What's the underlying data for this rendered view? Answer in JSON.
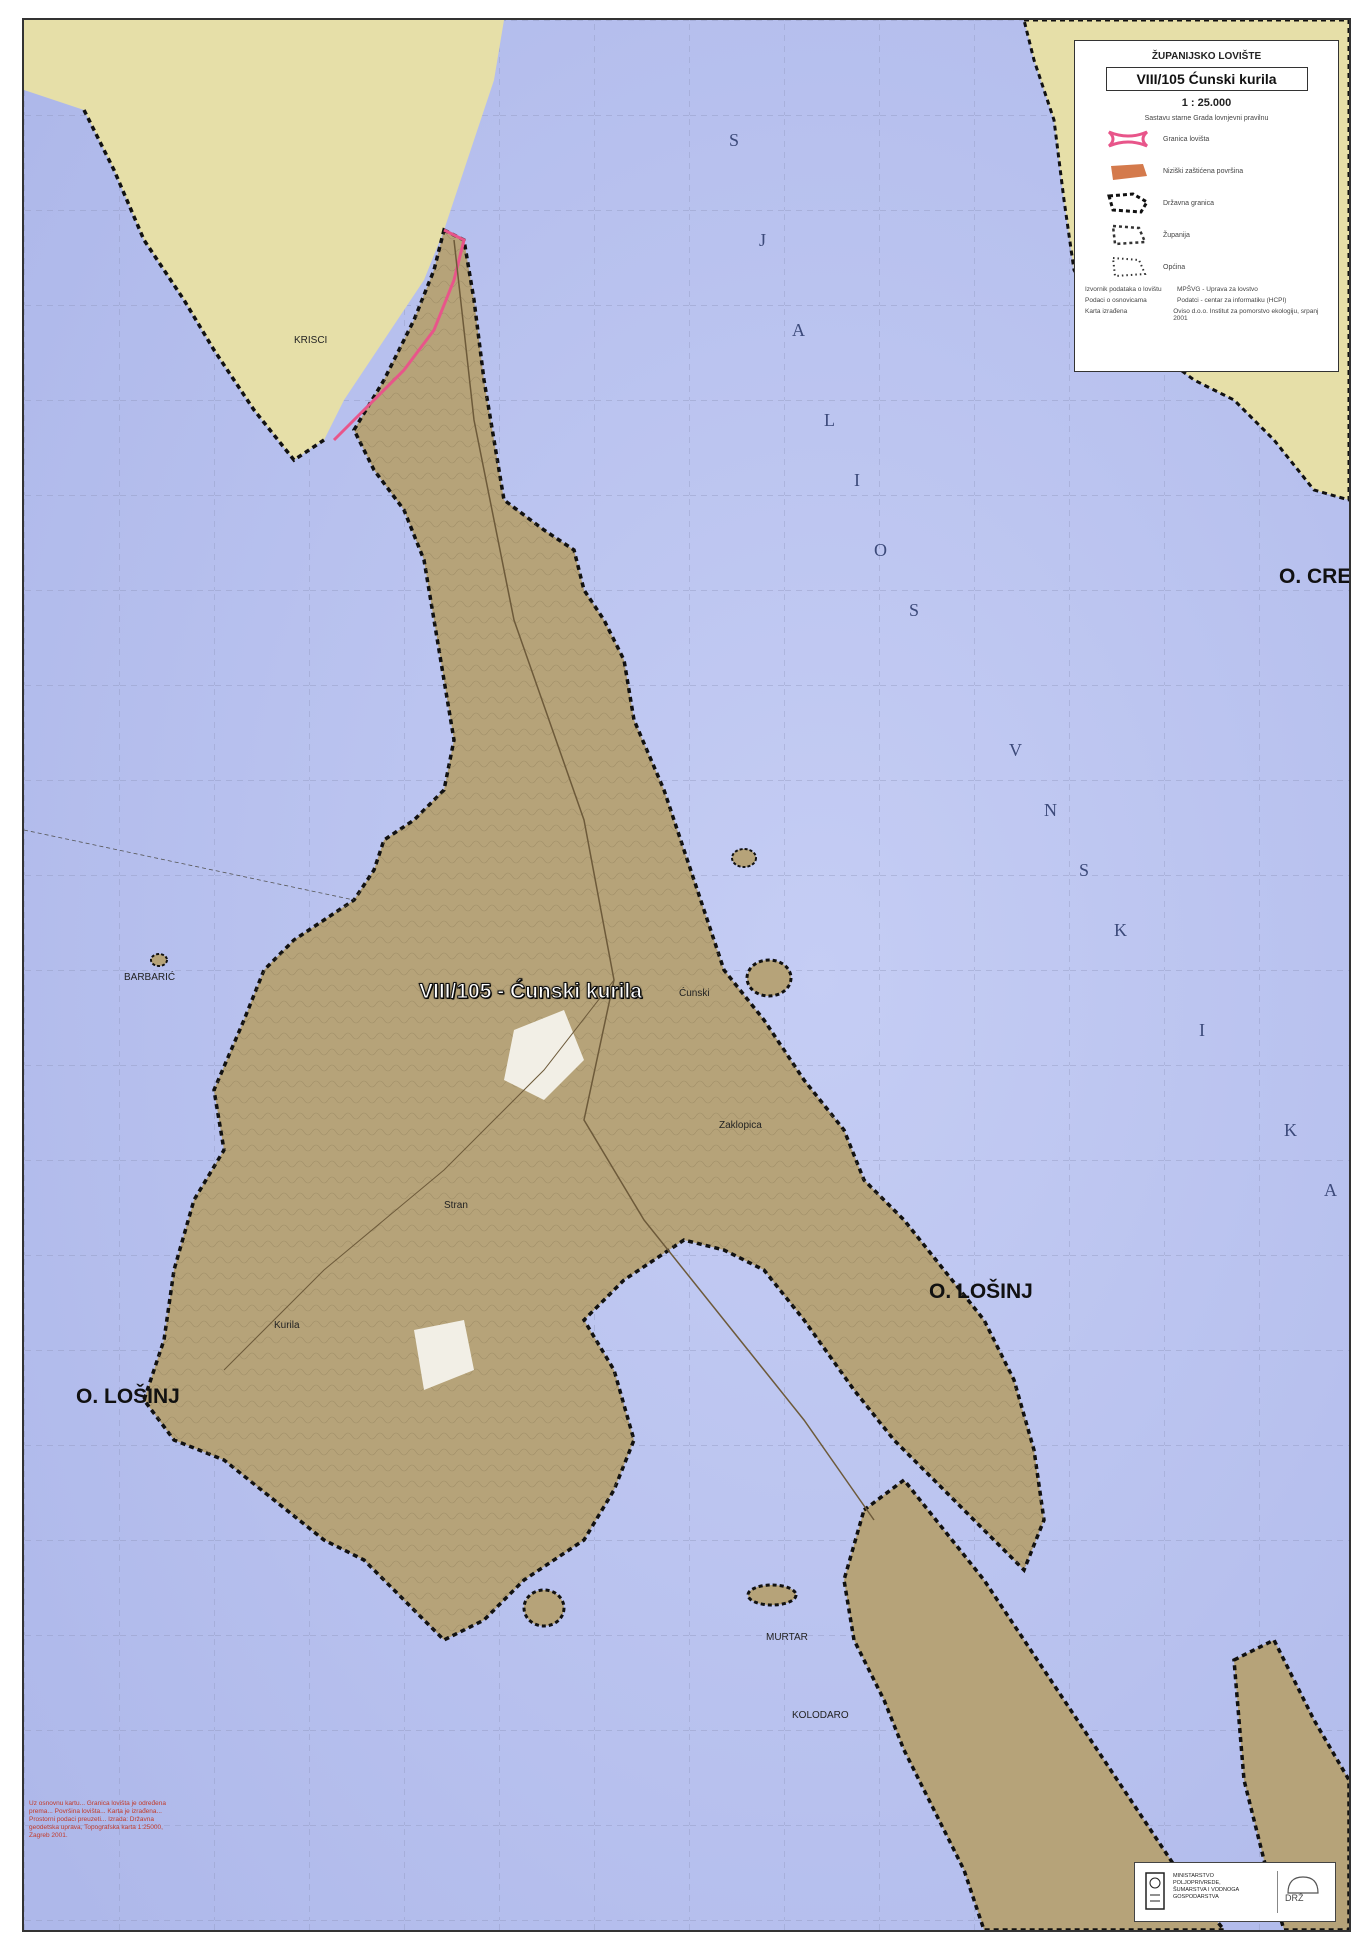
{
  "places": {
    "o_cres": "O. CRES",
    "o_losinj_right": "O. LOŠINJ",
    "o_losinj_left": "O. LOŠINJ",
    "hunting_ground": "VIII/105 - Ćunski kurila",
    "cunski": "Ćunski",
    "barbaric": "BARBARIĆ",
    "kolodaro": "KOLODARO",
    "murtar": "MURTAR",
    "krisci": "KRISCI",
    "kurila": "Kurila",
    "stran": "Stran",
    "zaklopica": "Zaklopica"
  },
  "sea_letters": [
    "S",
    "J",
    "A",
    "L",
    "I",
    "O",
    "S",
    "V",
    "N",
    "S",
    "K",
    "I",
    "K",
    "A"
  ],
  "legend": {
    "header": "ŽUPANIJSKO LOVIŠTE",
    "title": "VIII/105 Ćunski kurila",
    "scale": "1 : 25.000",
    "subtitle": "Sastavu starne Grada lovnjevni pravilnu",
    "items": [
      {
        "label": "Granica lovišta",
        "icon": "pink-outline-icon"
      },
      {
        "label": "Niziški zaštićena površina",
        "icon": "orange-area-icon"
      },
      {
        "label": "Državna granica",
        "icon": "black-dashed-outline-icon"
      },
      {
        "label": "Županija",
        "icon": "dashed-outline-icon"
      },
      {
        "label": "Općina",
        "icon": "dotted-outline-icon"
      }
    ],
    "meta": [
      {
        "key": "Izvornik podataka o lovištu",
        "value": "MPŠVG - Uprava za lovstvo"
      },
      {
        "key": "Podaci o osnovicama",
        "value": "Podatci - centar za informatiku (HCPI)"
      },
      {
        "key": "Karta izrađena",
        "value": "Oviso d.o.o. Institut za pomorstvo ekologiju, srpanj 2001"
      }
    ]
  },
  "notes": "Uz osnovnu kartu... Granica lovišta je određena prema... Površina lovišta... Karta je izrađena... Prostorni podaci preuzeti... Izrada: Državna geodetska uprava, Topografska karta 1:25000, Zagreb 2001.",
  "logos": {
    "ministry": "MINISTARSTVO POLJOPRIVREDE, ŠUMARSTVA I VODNOGA GOSPODARSTVA",
    "second": "DRŽ"
  },
  "colors": {
    "sea": "#b9c2ee",
    "land_north": "#e6dfa8",
    "land_main": "#b6a379",
    "boundary_pink": "#e8558a",
    "boundary_black": "#111111"
  }
}
